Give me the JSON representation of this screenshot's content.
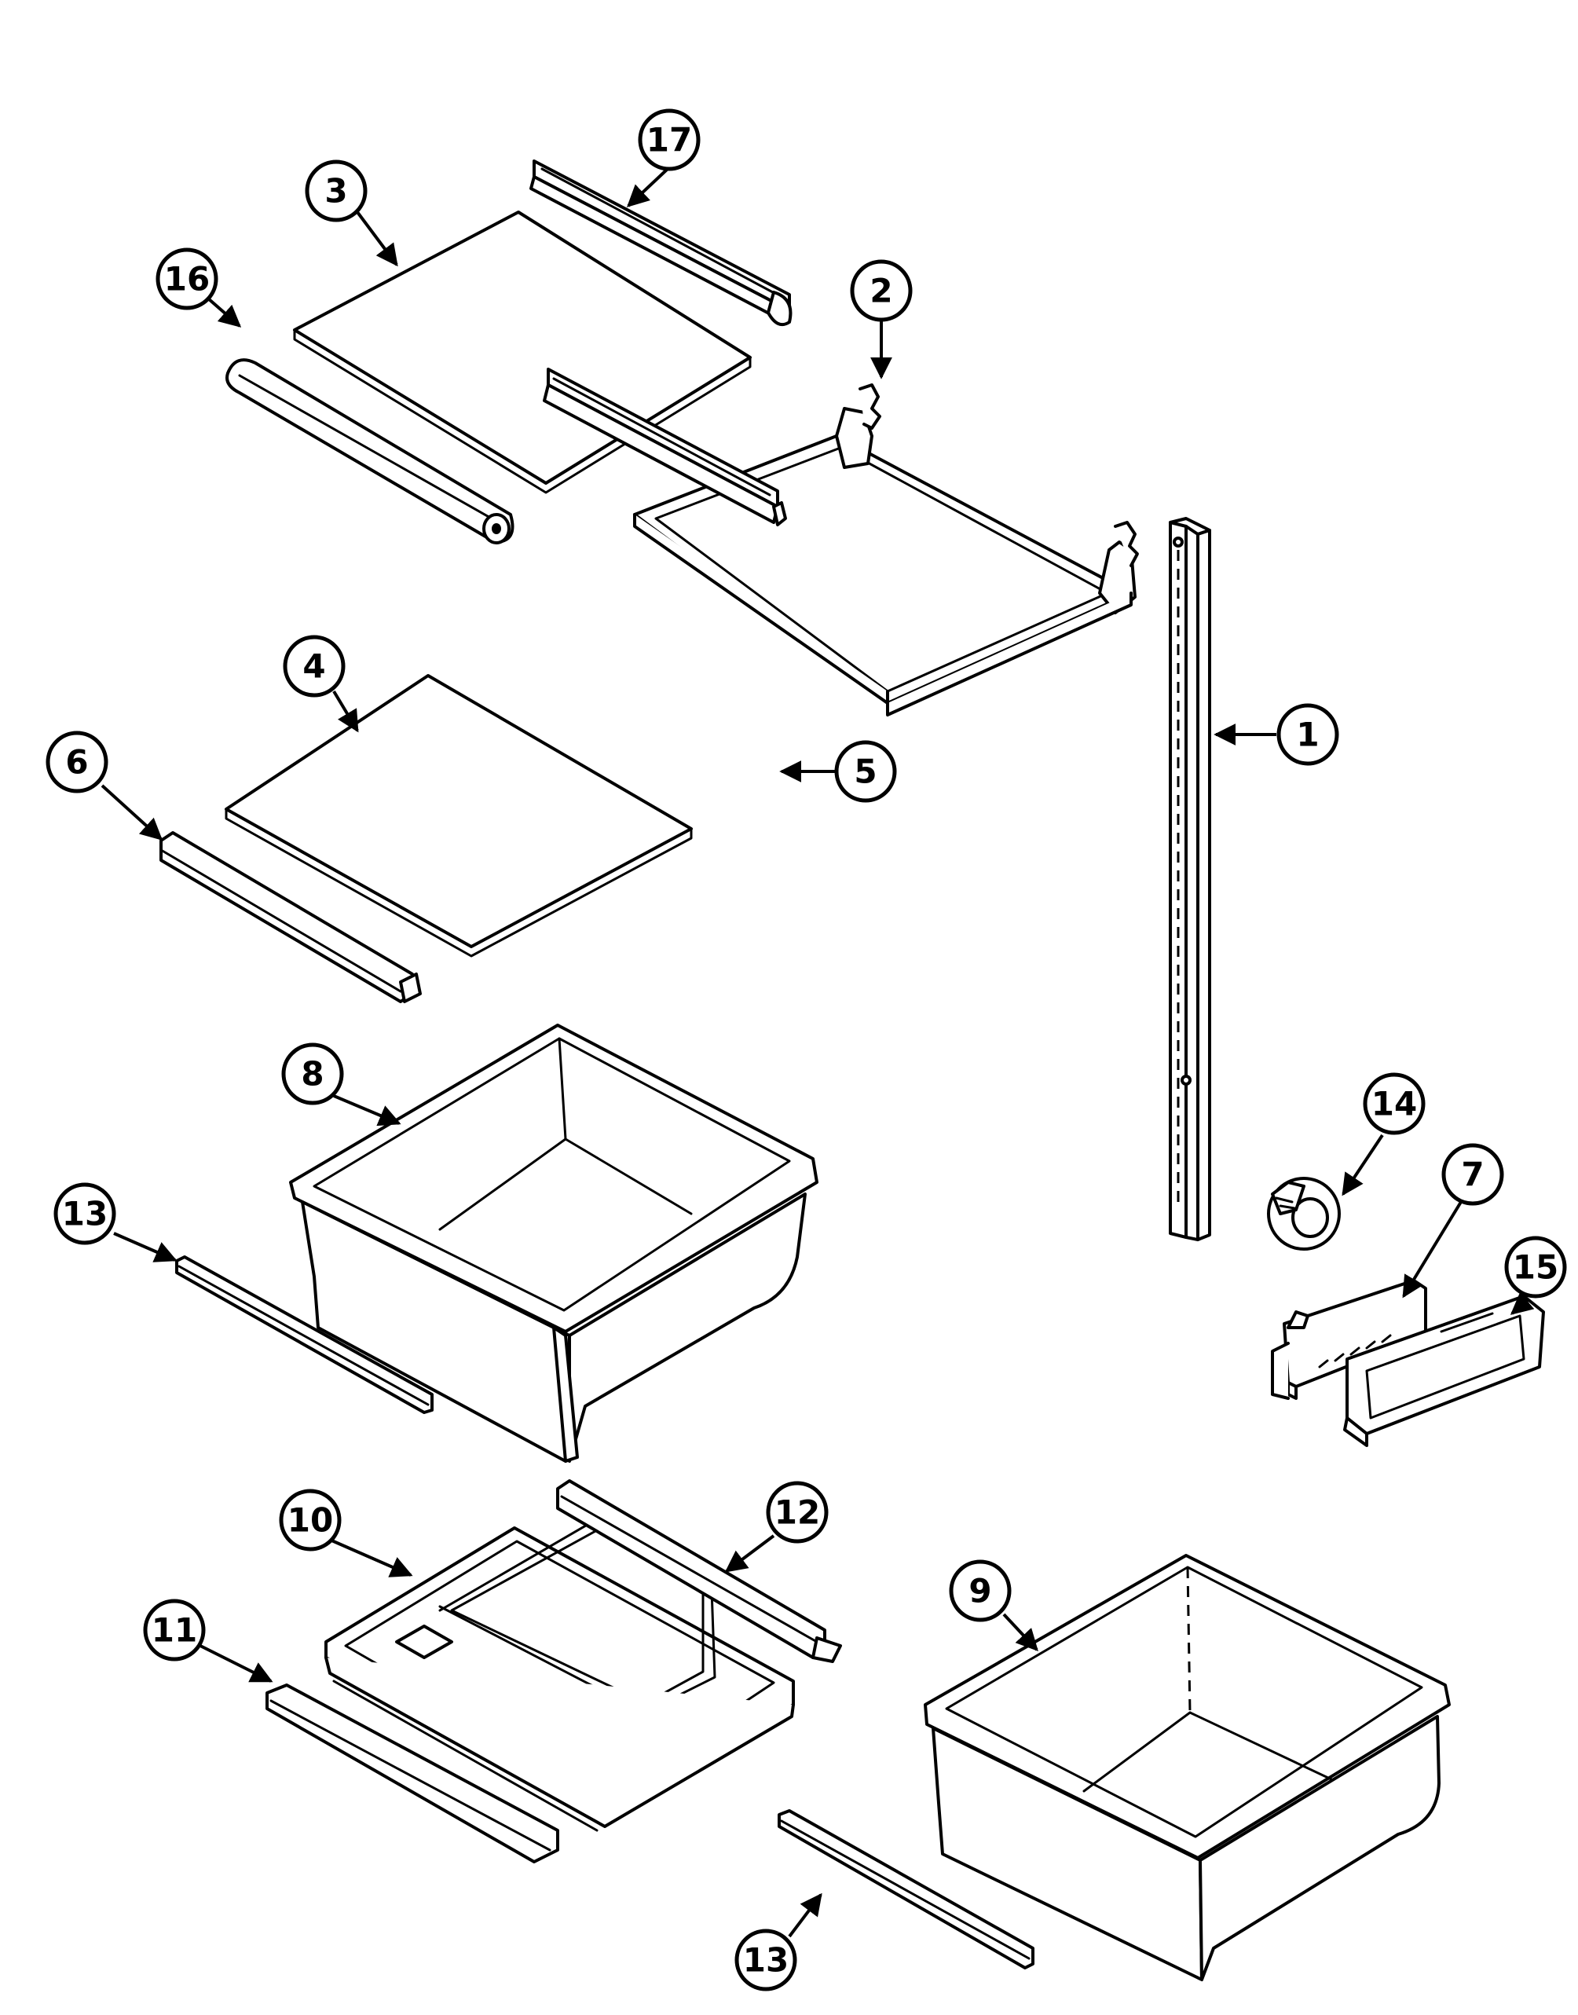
{
  "colors": {
    "ink": "#000000",
    "paper": "#ffffff"
  },
  "callouts": {
    "c1": "1",
    "c2": "2",
    "c3": "3",
    "c4": "4",
    "c5": "5",
    "c6": "6",
    "c7": "7",
    "c8": "8",
    "c9": "9",
    "c10": "10",
    "c11": "11",
    "c12": "12",
    "c13a": "13",
    "c13b": "13",
    "c14": "14",
    "c15": "15",
    "c16": "16",
    "c17": "17"
  }
}
